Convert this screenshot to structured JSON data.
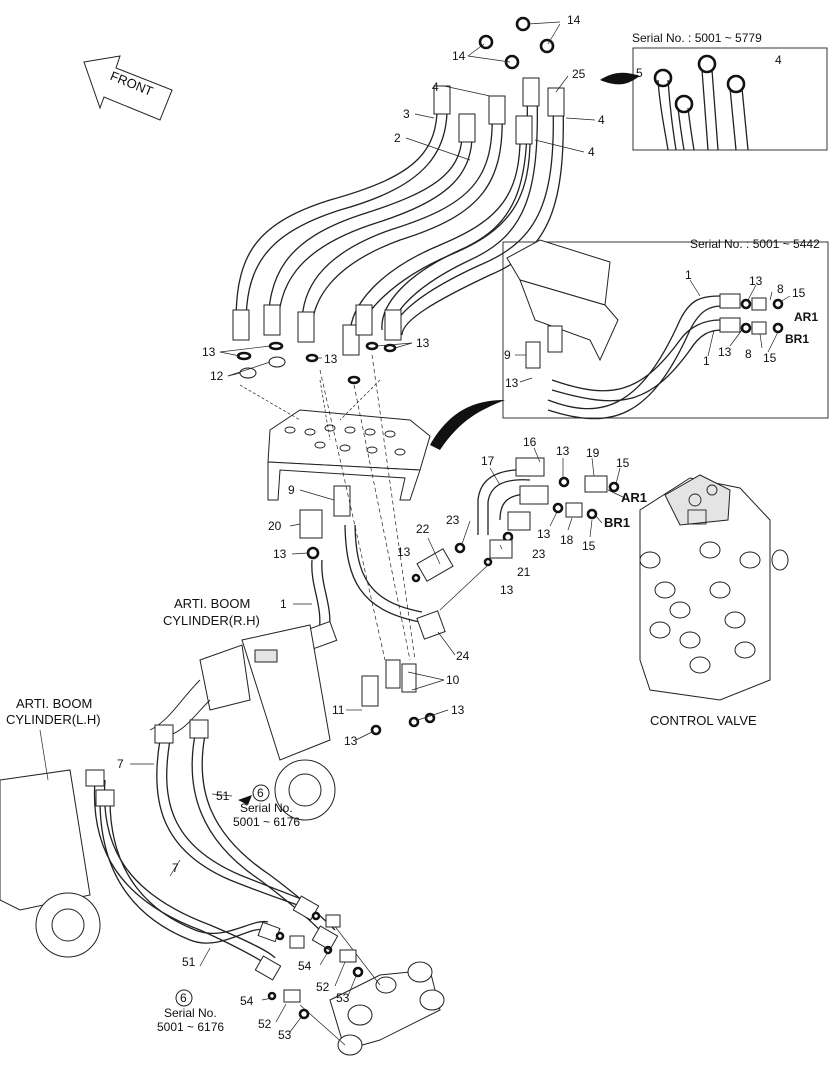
{
  "front_label": "FRONT",
  "inset1": {
    "serial": "Serial No. : 5001 ~ 5779"
  },
  "inset2": {
    "serial": "Serial No. : 5001 ~ 5442"
  },
  "cylinder_rh": {
    "line1": "ARTI. BOOM",
    "line2": "CYLINDER(R.H)"
  },
  "cylinder_lh": {
    "line1": "ARTI. BOOM",
    "line2": "CYLINDER(L.H)"
  },
  "control_valve": "CONTROL VALVE",
  "port_ar1": "AR1",
  "port_br1": "BR1",
  "serial_note_a": {
    "circle": "6",
    "line1": "Serial No.",
    "line2": "5001 ~ 6176"
  },
  "serial_note_b": {
    "circle": "6",
    "line1": "Serial No.",
    "line2": "5001 ~ 6176"
  },
  "callouts": {
    "c14a": "14",
    "c14b": "14",
    "c4a": "4",
    "c25": "25",
    "c3": "3",
    "c2": "2",
    "c4b": "4",
    "c4c": "4",
    "i1_5": "5",
    "i1_4": "4",
    "c13a": "13",
    "c13b": "13",
    "c13c": "13",
    "c12": "12",
    "i2_1a": "1",
    "i2_13a": "13",
    "i2_8a": "8",
    "i2_15a": "15",
    "i2_ar1": "AR1",
    "i2_13b": "13",
    "i2_8b": "8",
    "i2_15b": "15",
    "i2_br1": "BR1",
    "i2_1b": "1",
    "i2_9": "9",
    "i2_13c": "13",
    "c16": "16",
    "c13d": "13",
    "c19": "19",
    "c15a": "15",
    "c17": "17",
    "c13e": "13",
    "c18": "18",
    "c15b": "15",
    "c9": "9",
    "c20": "20",
    "c13f": "13",
    "c22": "22",
    "c23a": "23",
    "c23b": "23",
    "c13g": "13",
    "c21": "21",
    "c13h": "13",
    "c1": "1",
    "c24": "24",
    "c10": "10",
    "c11": "11",
    "c13i": "13",
    "c13j": "13",
    "c7a": "7",
    "c51a": "51",
    "c7b": "7",
    "c51b": "51",
    "c54a": "54",
    "c52a": "52",
    "c53a": "53",
    "c54b": "54",
    "c52b": "52",
    "c53b": "53"
  }
}
